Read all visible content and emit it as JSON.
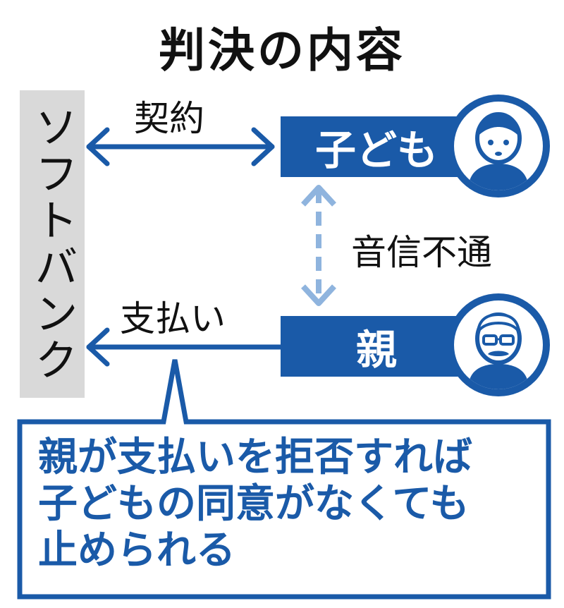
{
  "title": "判決の内容",
  "entities": {
    "softbank": "ソフトバンク",
    "child": "子ども",
    "parent": "親"
  },
  "relations": {
    "contract": "契約",
    "no_communication": "音信不通",
    "payment": "支払い"
  },
  "callout": {
    "lines": [
      "親が支払いを拒否すれば",
      "子どもの同意がなくても",
      "止められる"
    ]
  },
  "colors": {
    "primary": "#1a5aa8",
    "light_arrow": "#8fb4de",
    "softbank_bg": "#d9d9d9"
  }
}
